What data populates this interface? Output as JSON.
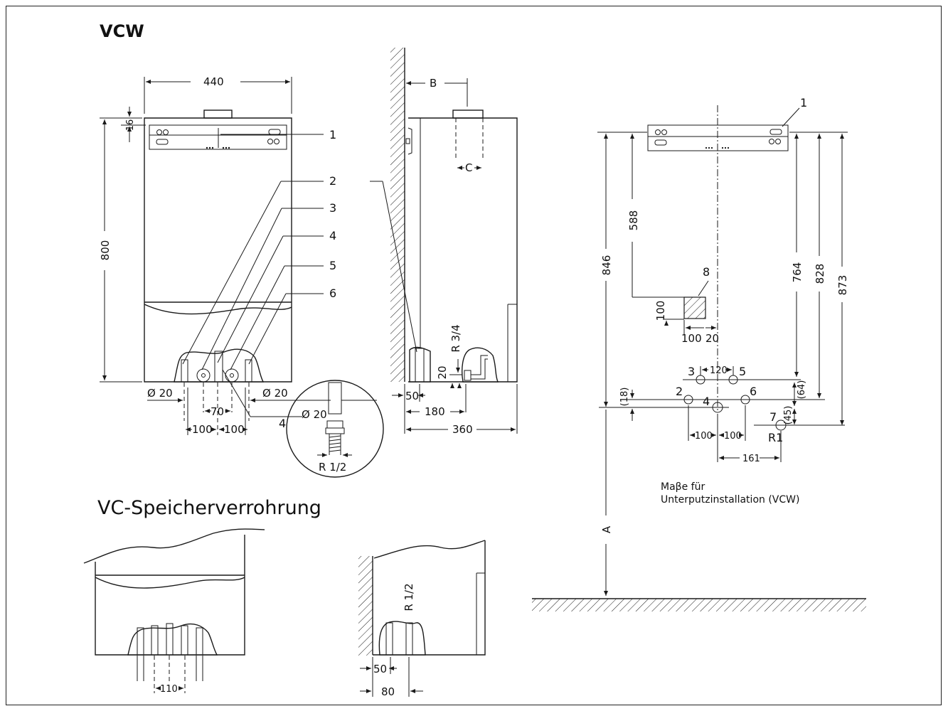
{
  "titles": {
    "vcw": "VCW",
    "speicher": "VC-Speicherverrohrung"
  },
  "front_view": {
    "width": "440",
    "height": "800",
    "top_offset": "16",
    "pipe_dia_left": "Ø 20",
    "pipe_dia_right": "Ø 20",
    "spacing_center": "70",
    "spacing_left": "100",
    "spacing_right": "100",
    "callouts": [
      "1",
      "2",
      "3",
      "4",
      "5",
      "6"
    ],
    "detail_ref": "4",
    "detail_dia": "Ø 20",
    "detail_thread": "R 1/2"
  },
  "side_view": {
    "dim_b": "B",
    "dim_c": "C",
    "thread": "R 3/4",
    "offset_20": "20",
    "dim_50": "50",
    "dim_180": "180",
    "depth": "360"
  },
  "plan_view": {
    "callout_1": "1",
    "dim_846": "846",
    "dim_588": "588",
    "dim_764": "764",
    "dim_828": "828",
    "dim_873": "873",
    "callout_8": "8",
    "dim_100v": "100",
    "dim_100h": "100",
    "dim_20": "20",
    "dim_120": "120",
    "dim_18": "(18)",
    "dim_64": "(64)",
    "dim_45": "(45)",
    "dim_100a": "100",
    "dim_100b": "100",
    "dim_161": "161",
    "points": [
      "2",
      "3",
      "4",
      "5",
      "6",
      "7"
    ],
    "r1": "R1",
    "dim_a": "A",
    "note_line1": "Maβe für",
    "note_line2": "Unterputzinstallation (VCW)"
  },
  "speicher": {
    "dim_110": "110",
    "thread": "R 1/2",
    "dim_50": "50",
    "dim_80": "80"
  }
}
